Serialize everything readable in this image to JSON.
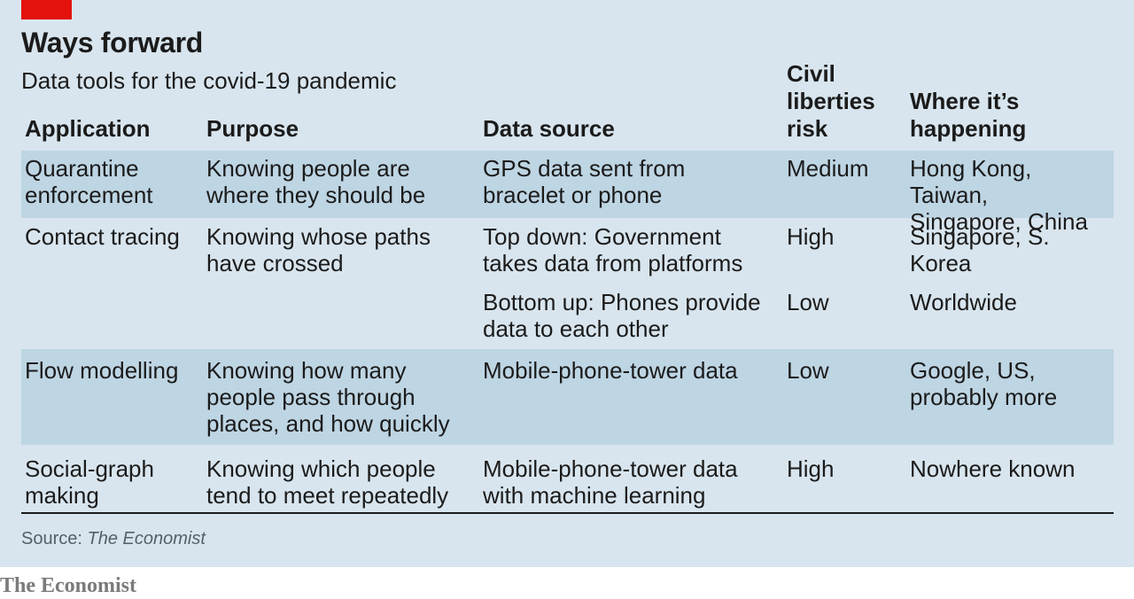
{
  "header": {
    "title": "Ways forward",
    "subtitle": "Data tools for the covid-19 pandemic"
  },
  "columns": {
    "application": "Application",
    "purpose": "Purpose",
    "data_source": "Data source",
    "risk": "Civil\nliberties\nrisk",
    "where": "Where it’s\nhappening"
  },
  "rows": [
    {
      "application": "Quarantine\nenforcement",
      "purpose": "Knowing people are\nwhere they should be",
      "data_source": "GPS data sent from\nbracelet or phone",
      "risk": "Medium",
      "where": "Hong Kong, Taiwan,\nSingapore, China"
    },
    {
      "application": "Contact tracing",
      "purpose": "Knowing whose paths\nhave crossed",
      "data_source": "Top down: Government\ntakes data from platforms",
      "risk": "High",
      "where": "Singapore, S. Korea",
      "data_source_2": "Bottom up: Phones provide\ndata to each other",
      "risk_2": "Low",
      "where_2": "Worldwide"
    },
    {
      "application": "Flow modelling",
      "purpose": "Knowing how many\npeople pass through\nplaces, and how quickly",
      "data_source": "Mobile-phone-tower data",
      "risk": "Low",
      "where": "Google, US,\nprobably more"
    },
    {
      "application": "Social-graph\nmaking",
      "purpose": "Knowing which people\ntend to meet repeatedly",
      "data_source": "Mobile-phone-tower data\nwith machine learning",
      "risk": "High",
      "where": "Nowhere known"
    }
  ],
  "footer": {
    "source_label": "Source:",
    "source_name": "The Economist",
    "brand": "The Economist"
  },
  "colors": {
    "accent": "#e3120b",
    "panel": "#d8e5ee",
    "row_shade": "#bed5e3"
  }
}
